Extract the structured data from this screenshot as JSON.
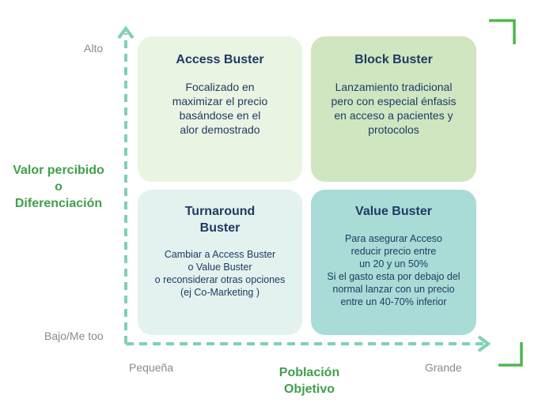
{
  "y_axis": {
    "title": "Valor percibido\no\nDiferenciación",
    "high_label": "Alto",
    "low_label": "Bajo/Me too"
  },
  "x_axis": {
    "title": "Población\nObjetivo",
    "low_label": "Pequeña",
    "high_label": "Grande"
  },
  "quadrants": {
    "top_left": {
      "title": "Access Buster",
      "body": "Focalizado en\nmaximizar el precio\nbasándose en el\nalor demostrado"
    },
    "top_right": {
      "title": "Block Buster",
      "body": "Lanzamiento tradicional\npero con especial énfasis\nen acceso a pacientes y\nprotocolos"
    },
    "bottom_left": {
      "title": "Turnaround\nBuster",
      "body": "Cambiar a Access Buster\no Value Buster\no reconsiderar otras opciones\n(ej Co-Marketing )"
    },
    "bottom_right": {
      "title": "Value Buster",
      "body": "Para asegurar Acceso\nreducir precio entre\nun 20 y un 50%\nSi el gasto esta por debajo del\nnormal lanzar con un precio\nentre un 40-70% inferior"
    }
  },
  "colors": {
    "axis_arrow": "#7fd1b3",
    "corner_bracket": "#4db84a",
    "axis_title": "#3fa04a",
    "quadrant_text": "#1f3b63",
    "top_left_fill": "#eaf4e2",
    "top_right_fill": "#cfe6c1",
    "bottom_left_fill": "#e3f2ef",
    "bottom_right_fill": "#a9dcd6"
  }
}
